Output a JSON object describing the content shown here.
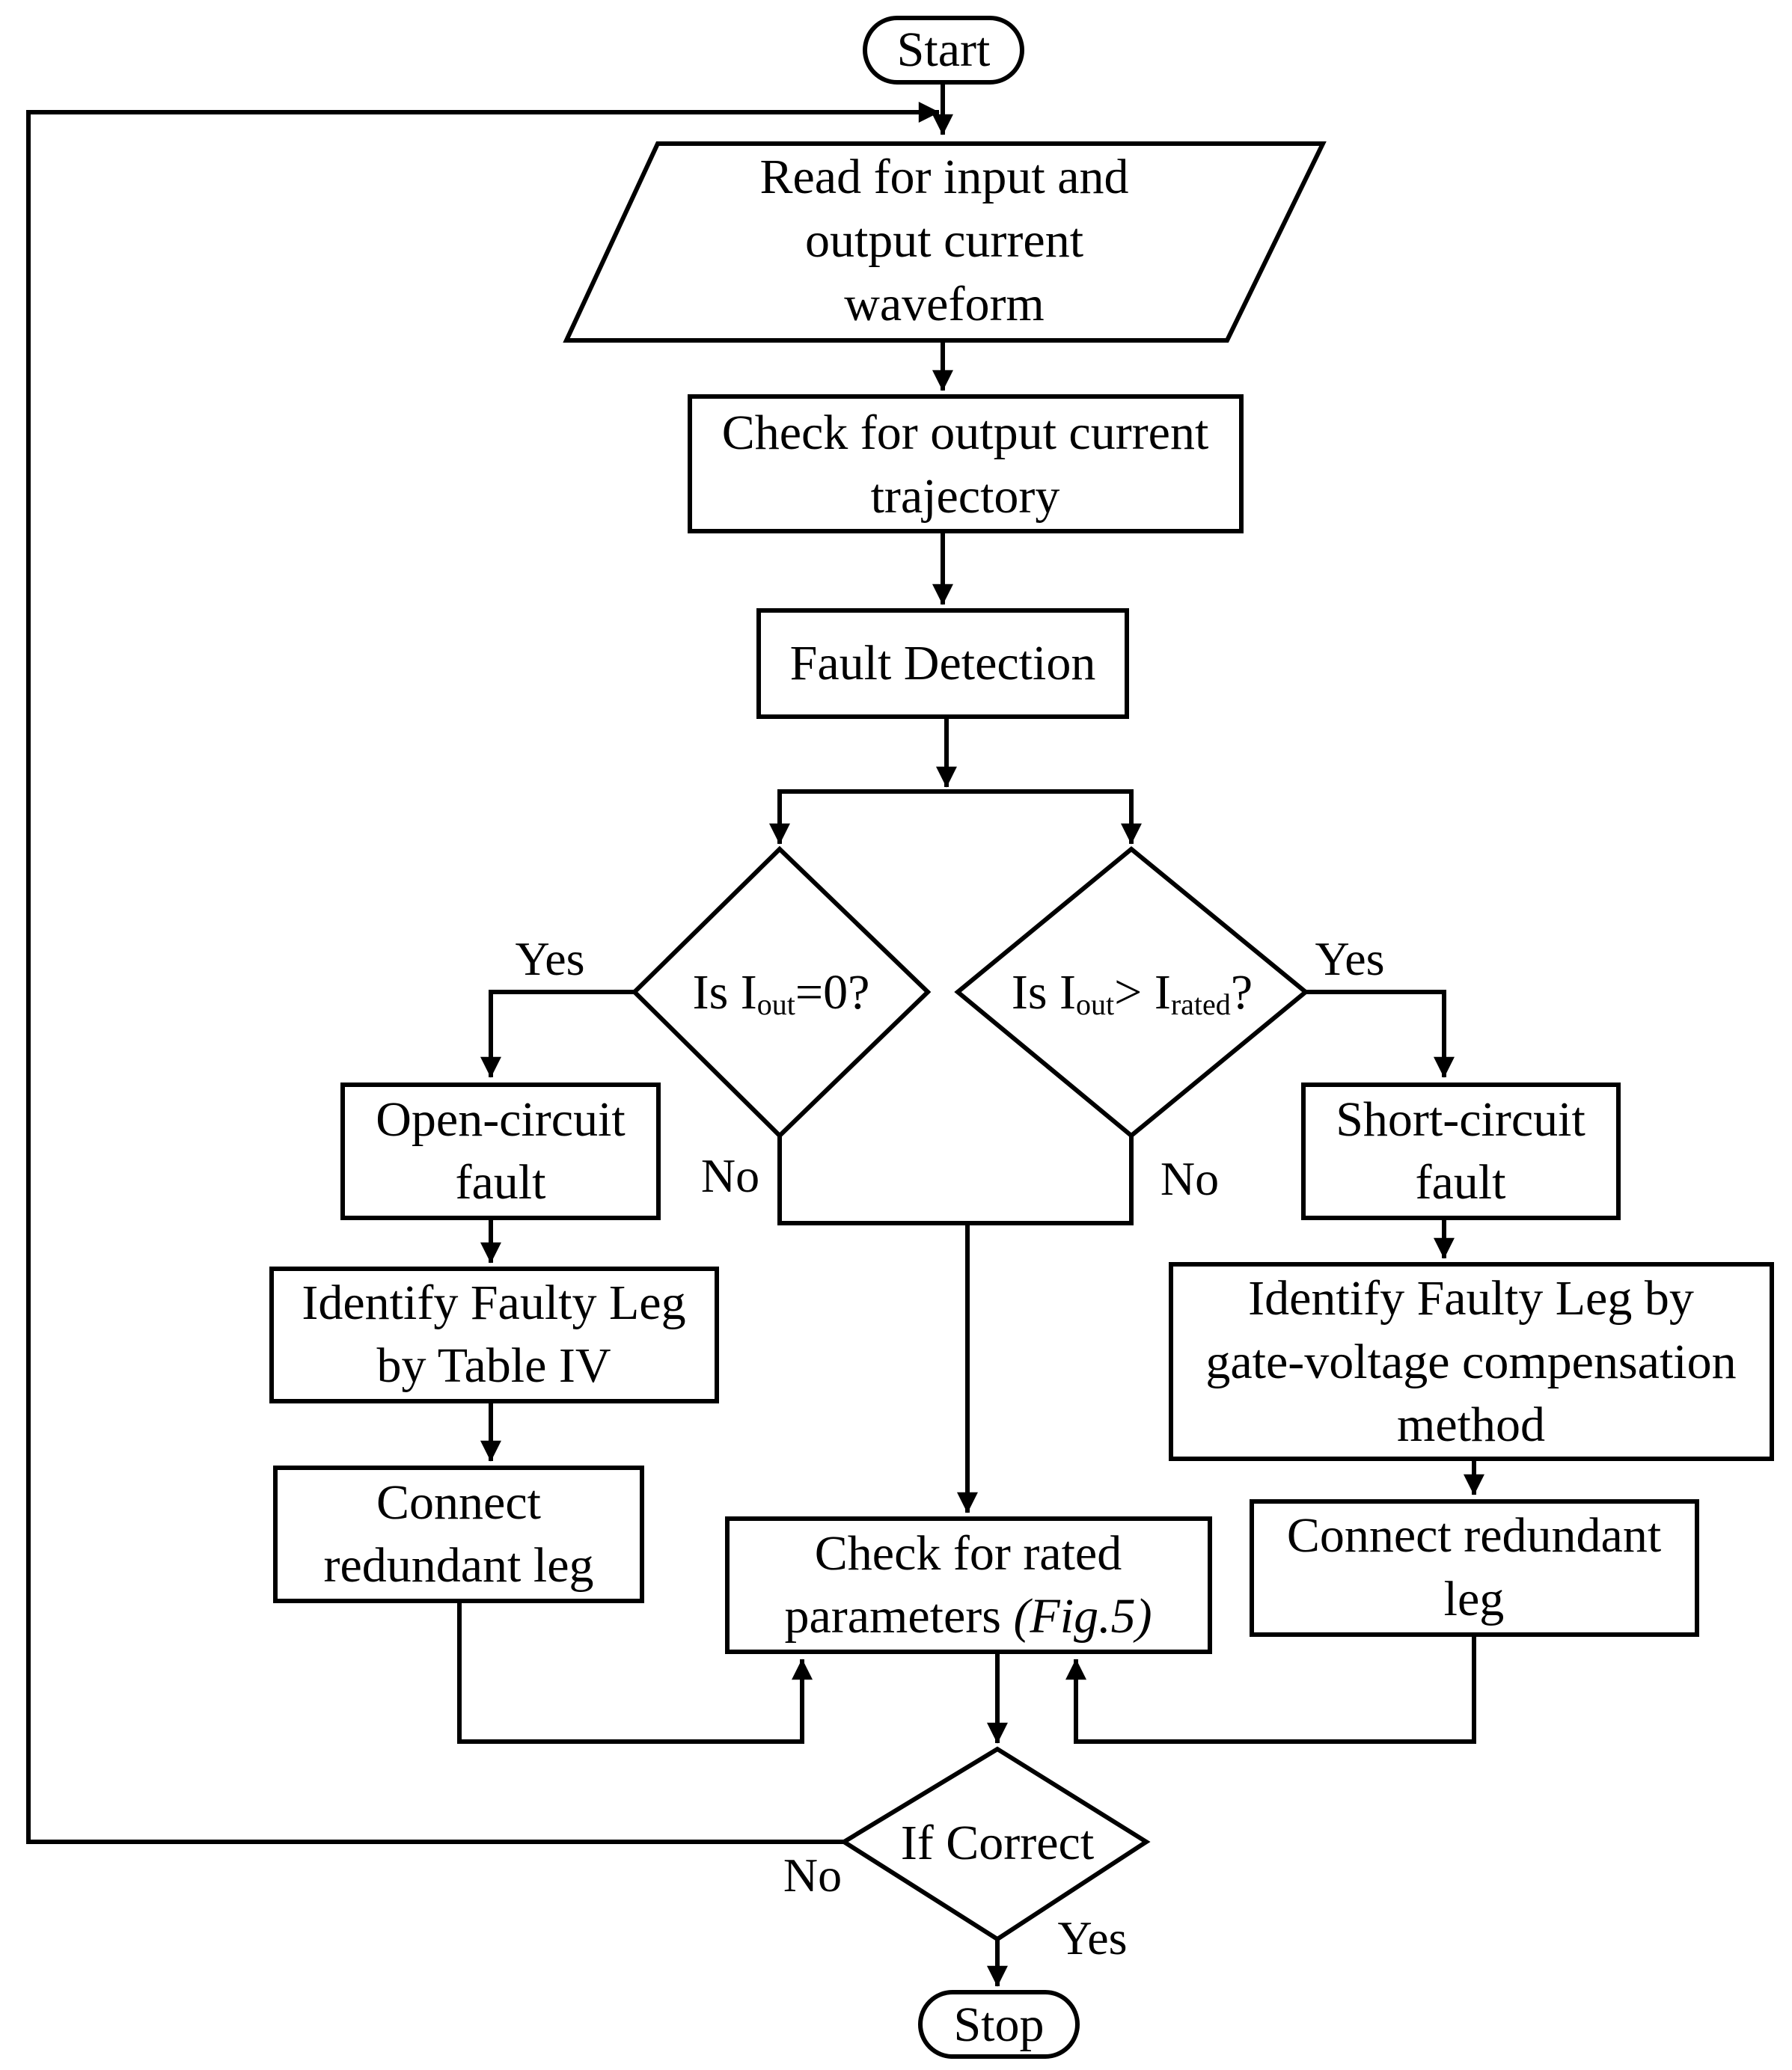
{
  "nodes": {
    "start": "Start",
    "read_1": "Read for input and",
    "read_2": "output current",
    "read_3": "waveform",
    "check_traj_1": "Check for output current",
    "check_traj_2": "trajectory",
    "fault_detection": "Fault Detection",
    "dec_open_pre": "Is I",
    "dec_open_sub": "out",
    "dec_open_post": "=0?",
    "dec_short_pre": "Is I",
    "dec_short_sub1": "out",
    "dec_short_mid": "> I",
    "dec_short_sub2": "rated",
    "dec_short_post": "?",
    "open_fault_1": "Open-circuit",
    "open_fault_2": "fault",
    "identify_left_1": "Identify Faulty Leg",
    "identify_left_2": "by Table IV",
    "connect_left_1": "Connect",
    "connect_left_2": "redundant leg",
    "short_fault_1": "Short-circuit",
    "short_fault_2": "fault",
    "identify_right_1": "Identify Faulty Leg by",
    "identify_right_2": "gate-voltage compensation",
    "identify_right_3": "method",
    "connect_right_1": "Connect redundant",
    "connect_right_2": "leg",
    "check_rated_1": "Check for rated",
    "check_rated_2a": "parameters ",
    "check_rated_2b": "(Fig.5)",
    "if_correct": "If Correct",
    "stop": "Stop"
  },
  "answers": {
    "open_yes": "Yes",
    "open_no": "No",
    "short_yes": "Yes",
    "short_no": "No",
    "correct_no": "No",
    "correct_yes": "Yes"
  }
}
